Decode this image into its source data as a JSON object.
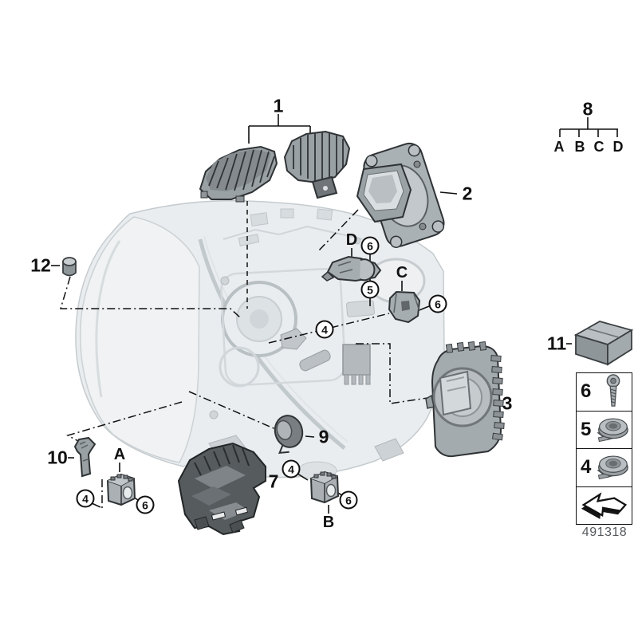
{
  "figure": {
    "drawing_number": "491318",
    "ink_color": "#111111",
    "part_gray": "#9aa1a5",
    "ghost_gray": "#eaedef"
  },
  "callouts": {
    "n1": "1",
    "n2": "2",
    "n3": "3",
    "n7": "7",
    "n9": "9",
    "n10": "10",
    "n11": "11",
    "n12": "12"
  },
  "group8": {
    "label": "8",
    "options": [
      "A",
      "B",
      "C",
      "D"
    ]
  },
  "letters": {
    "a": "A",
    "b": "B",
    "c": "C",
    "d": "D"
  },
  "fasteners": {
    "n4": "4",
    "n5": "5",
    "n6": "6"
  },
  "legend": {
    "rows": [
      {
        "ref": "6",
        "icon": "screw-icon"
      },
      {
        "ref": "5",
        "icon": "speed-nut-icon"
      },
      {
        "ref": "4",
        "icon": "speed-nut-icon"
      },
      {
        "ref": "",
        "icon": "direction-of-travel-arrow-icon"
      }
    ]
  }
}
